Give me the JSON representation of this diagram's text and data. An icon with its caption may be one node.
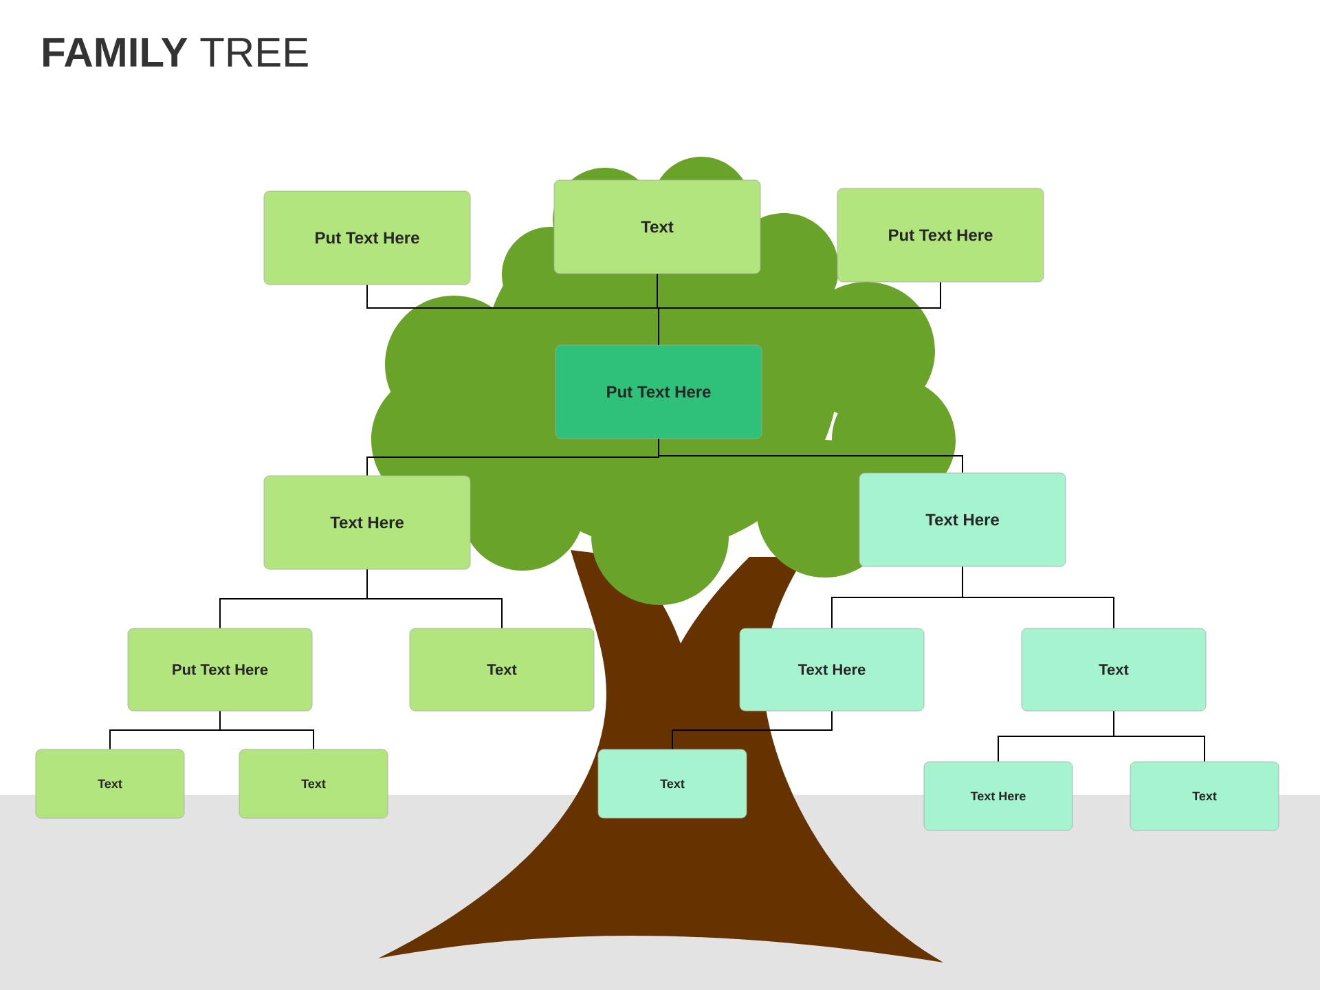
{
  "diagram": {
    "title": "**FAMILY** TREE",
    "nodes": [
      {
        "text": [
          "Put Text Here"
        ]
      },
      {
        "text": [
          "Text"
        ]
      },
      {
        "text": [
          "Put Text Here"
        ]
      },
      {
        "text": [
          "Put Text Here"
        ]
      },
      {
        "text": [
          "Text Here"
        ]
      },
      {
        "text": [
          "Text Here"
        ]
      },
      {
        "text": [
          "Put Text Here"
        ]
      },
      {
        "text": [
          "Text"
        ]
      },
      {
        "text": [
          "Text Here"
        ]
      },
      {
        "text": [
          "Text"
        ]
      },
      {
        "text": [
          "Text"
        ]
      },
      {
        "text": [
          "Text"
        ]
      },
      {
        "text": [
          "Text"
        ]
      },
      {
        "text": [
          "Text Here"
        ]
      },
      {
        "text": [
          "Text"
        ]
      }
    ],
    "edges": [
      {
        "from": 0,
        "to": 3,
        "arrow": "none"
      },
      {
        "from": 1,
        "to": 3,
        "arrow": "none"
      },
      {
        "from": 2,
        "to": 3,
        "arrow": "none"
      },
      {
        "from": 3,
        "to": 4,
        "arrow": "none"
      },
      {
        "from": 3,
        "to": 5,
        "arrow": "none"
      },
      {
        "from": 4,
        "to": 6,
        "arrow": "none"
      },
      {
        "from": 4,
        "to": 7,
        "arrow": "none"
      },
      {
        "from": 5,
        "to": 8,
        "arrow": "none"
      },
      {
        "from": 5,
        "to": 9,
        "arrow": "none"
      },
      {
        "from": 6,
        "to": 10,
        "arrow": "none"
      },
      {
        "from": 6,
        "to": 11,
        "arrow": "none"
      },
      {
        "from": 8,
        "to": 12,
        "arrow": "none"
      },
      {
        "from": 9,
        "to": 13,
        "arrow": "none"
      },
      {
        "from": 9,
        "to": 14,
        "arrow": "none"
      }
    ]
  }
}
